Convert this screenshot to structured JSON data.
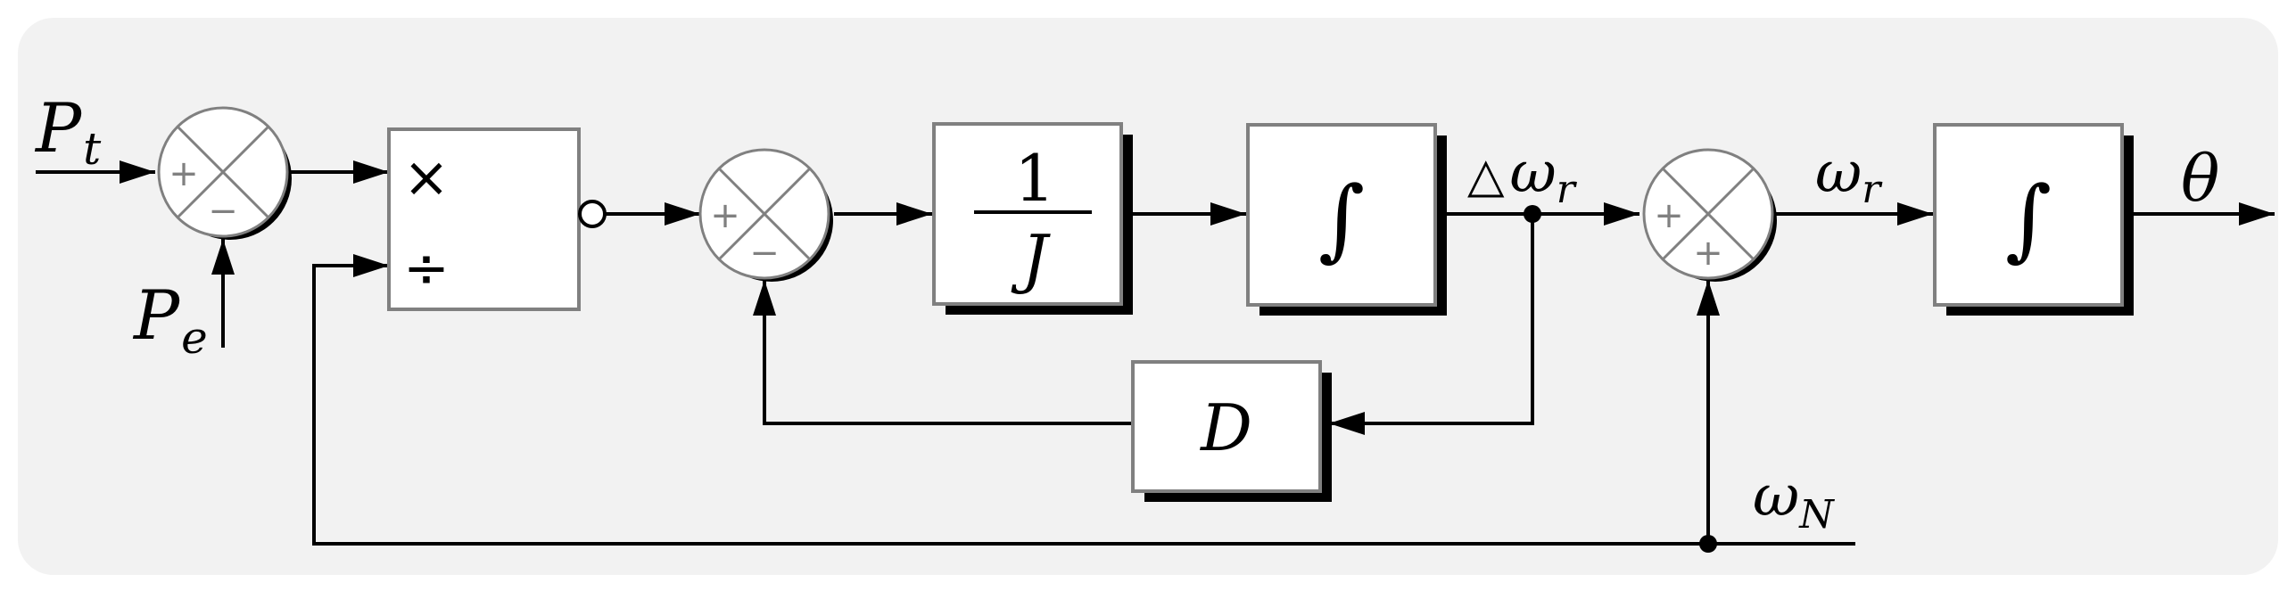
{
  "signals": {
    "pt_main": "P",
    "pt_sub": "t",
    "pe_main": "P",
    "pe_sub": "e",
    "delta_omega_symbol": "△",
    "delta_omega_main": "ω",
    "delta_omega_sub": "r",
    "omega_r_main": "ω",
    "omega_r_sub": "r",
    "omega_n_main": "ω",
    "omega_n_sub": "N",
    "theta": "θ"
  },
  "blocks": {
    "divider_multiply": "×",
    "divider_divide": "÷",
    "inertia_num": "1",
    "inertia_den": "J",
    "integrator1": "∫",
    "integrator2": "∫",
    "damping": "D"
  },
  "sums": {
    "sum1": {
      "top_sign": "+",
      "bottom_sign": "−"
    },
    "sum2": {
      "top_sign": "+",
      "bottom_sign": "−"
    },
    "sum3": {
      "top_sign": "+",
      "bottom_sign": "+"
    }
  },
  "colors": {
    "panel": "#f2f2f2",
    "block_border": "#808080",
    "wire": "#000000"
  }
}
